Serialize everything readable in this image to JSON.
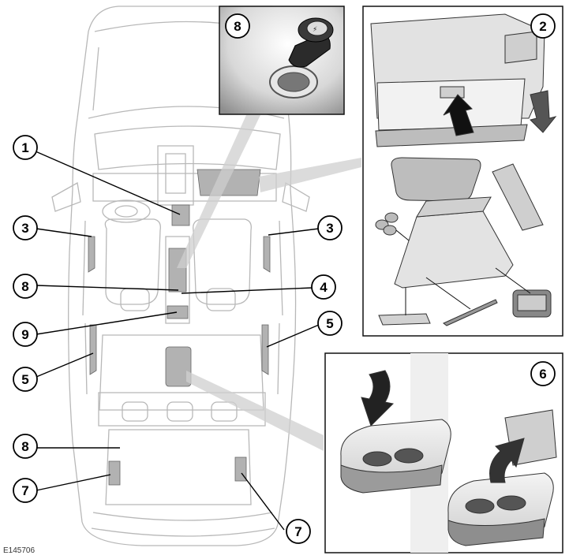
{
  "figure_code": "E145706",
  "callouts": {
    "c1": "1",
    "c2": "2",
    "c3a": "3",
    "c3b": "3",
    "c4": "4",
    "c5a": "5",
    "c5b": "5",
    "c6": "6",
    "c7a": "7",
    "c7b": "7",
    "c8a": "8",
    "c8b": "8",
    "c8c": "8",
    "c9": "9"
  },
  "colors": {
    "outline": "#111111",
    "car_stroke": "#b8b8b8",
    "highlight": "#aaaaaa",
    "leader": "#000000",
    "inset_bg": "#ffffff",
    "photo_grey": "#8a8a8a"
  }
}
